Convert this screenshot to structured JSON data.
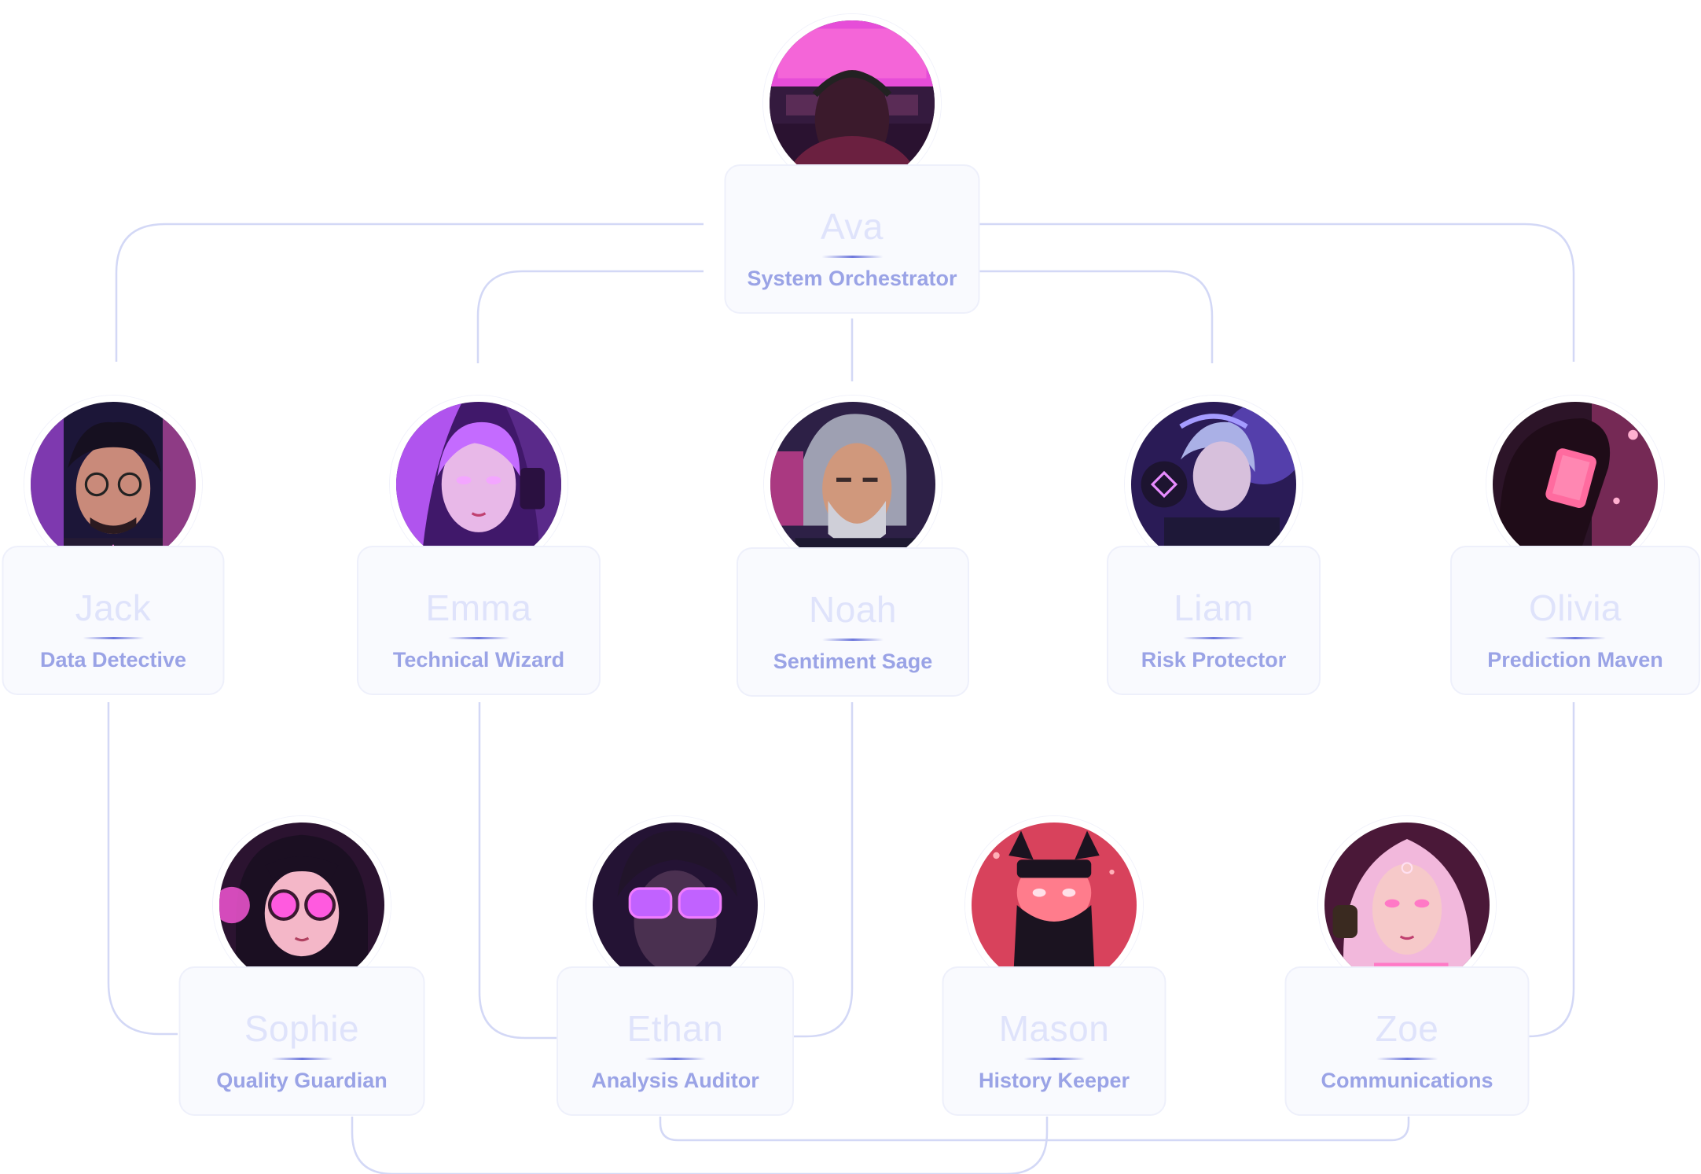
{
  "agents": [
    {
      "id": "ava",
      "name": "Ava",
      "role": "System Orchestrator",
      "colors": {
        "bg": "#2a1230",
        "glow": "#e64dd8",
        "hair": "#3b1a2c",
        "accent": "#ff7ad9"
      }
    },
    {
      "id": "jack",
      "name": "Jack",
      "role": "Data Detective",
      "colors": {
        "bg": "#1c1638",
        "glow": "#c052ff",
        "hair": "#161020",
        "accent": "#ff5fd1"
      }
    },
    {
      "id": "emma",
      "name": "Emma",
      "role": "Technical Wizard",
      "colors": {
        "bg": "#40186a",
        "glow": "#c46bff",
        "hair": "#b054ee",
        "accent": "#f3a6ff"
      }
    },
    {
      "id": "noah",
      "name": "Noah",
      "role": "Sentiment Sage",
      "colors": {
        "bg": "#2d2046",
        "glow": "#e0449a",
        "hair": "#9ea0b2",
        "accent": "#e7b58f"
      }
    },
    {
      "id": "liam",
      "name": "Liam",
      "role": "Risk Protector",
      "colors": {
        "bg": "#2a1b56",
        "glow": "#7d64ff",
        "hair": "#aab0e6",
        "accent": "#e88cff"
      }
    },
    {
      "id": "olivia",
      "name": "Olivia",
      "role": "Prediction Maven",
      "colors": {
        "bg": "#2c1428",
        "glow": "#ff4fa8",
        "hair": "#1f0c18",
        "accent": "#ff6b9f"
      }
    },
    {
      "id": "sophie",
      "name": "Sophie",
      "role": "Quality Guardian",
      "colors": {
        "bg": "#2b1330",
        "glow": "#ff5adf",
        "hair": "#1b0f22",
        "accent": "#f4b7c8"
      }
    },
    {
      "id": "ethan",
      "name": "Ethan",
      "role": "Analysis Auditor",
      "colors": {
        "bg": "#241334",
        "glow": "#c162ff",
        "hair": "#21142a",
        "accent": "#f07cff"
      }
    },
    {
      "id": "mason",
      "name": "Mason",
      "role": "History Keeper",
      "colors": {
        "bg": "#d8425c",
        "glow": "#ff7c8c",
        "hair": "#1b1320",
        "accent": "#ffb0b8"
      }
    },
    {
      "id": "zoe",
      "name": "Zoe",
      "role": "Communications",
      "colors": {
        "bg": "#4a1838",
        "glow": "#ff79c6",
        "hair": "#f2b8dc",
        "accent": "#ffe0f2"
      }
    }
  ],
  "connector_color": "#c9cff5"
}
